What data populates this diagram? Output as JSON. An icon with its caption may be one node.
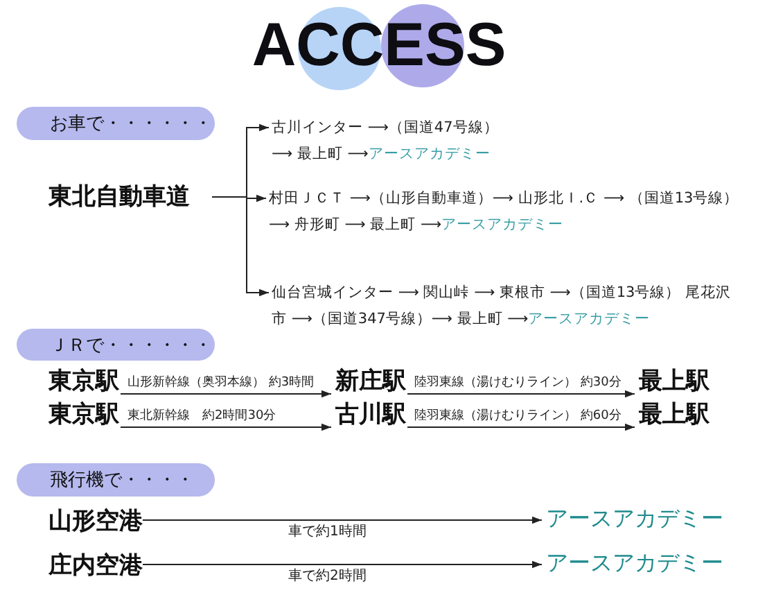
{
  "diagram": {
    "title": "ACCESS",
    "nodes": [
      {
        "text": [
          "お車で・・・・・・"
        ]
      },
      {
        "text": [
          "東北自動車道"
        ]
      },
      {
        "text": [
          "古川インター ⟶（国道47号線）⟶ 最上町 ⟶",
          "アースアカデミー"
        ]
      },
      {
        "text": [
          "村田ＪＣＴ ⟶（山形自動車道）⟶ 山形北Ｉ.Ｃ ⟶ （国道13号線）⟶ 舟形町 ⟶ 最上町 ⟶",
          "アースアカデミー"
        ]
      },
      {
        "text": [
          "仙台宮城インター ⟶ 関山峠 ⟶ 東根市 ⟶（国道13号線） 尾花沢市 ⟶（国道347号線）⟶ 最上町 ⟶",
          "アースアカデミー"
        ]
      },
      {
        "text": [
          "ＪＲで・・・・・・"
        ]
      },
      {
        "text": [
          "東京駅"
        ]
      },
      {
        "text": [
          "新庄駅"
        ]
      },
      {
        "text": [
          "最上駅"
        ]
      },
      {
        "text": [
          "東京駅"
        ]
      },
      {
        "text": [
          "古川駅"
        ]
      },
      {
        "text": [
          "最上駅"
        ]
      },
      {
        "text": [
          "飛行機で・・・・"
        ]
      },
      {
        "text": [
          "山形空港"
        ]
      },
      {
        "text": [
          "アースアカデミー"
        ]
      },
      {
        "text": [
          "庄内空港"
        ]
      },
      {
        "text": [
          "アースアカデミー"
        ]
      }
    ],
    "edges": [
      {
        "from": 1,
        "to": 2,
        "arrow": "to"
      },
      {
        "from": 1,
        "to": 3,
        "arrow": "to"
      },
      {
        "from": 1,
        "to": 4,
        "arrow": "to"
      },
      {
        "from": 6,
        "to": 7,
        "arrow": "to",
        "label": "山形新幹線（奥羽本線） 約3時間"
      },
      {
        "from": 7,
        "to": 8,
        "arrow": "to",
        "label": "陸羽東線（湯けむりライン） 約30分"
      },
      {
        "from": 9,
        "to": 10,
        "arrow": "to",
        "label": "東北新幹線　約2時間30分"
      },
      {
        "from": 10,
        "to": 11,
        "arrow": "to",
        "label": "陸羽東線（湯けむりライン） 約60分"
      },
      {
        "from": 13,
        "to": 14,
        "arrow": "to",
        "label": "車で約1時間"
      },
      {
        "from": 15,
        "to": 16,
        "arrow": "to",
        "label": "車で約2時間"
      }
    ]
  }
}
